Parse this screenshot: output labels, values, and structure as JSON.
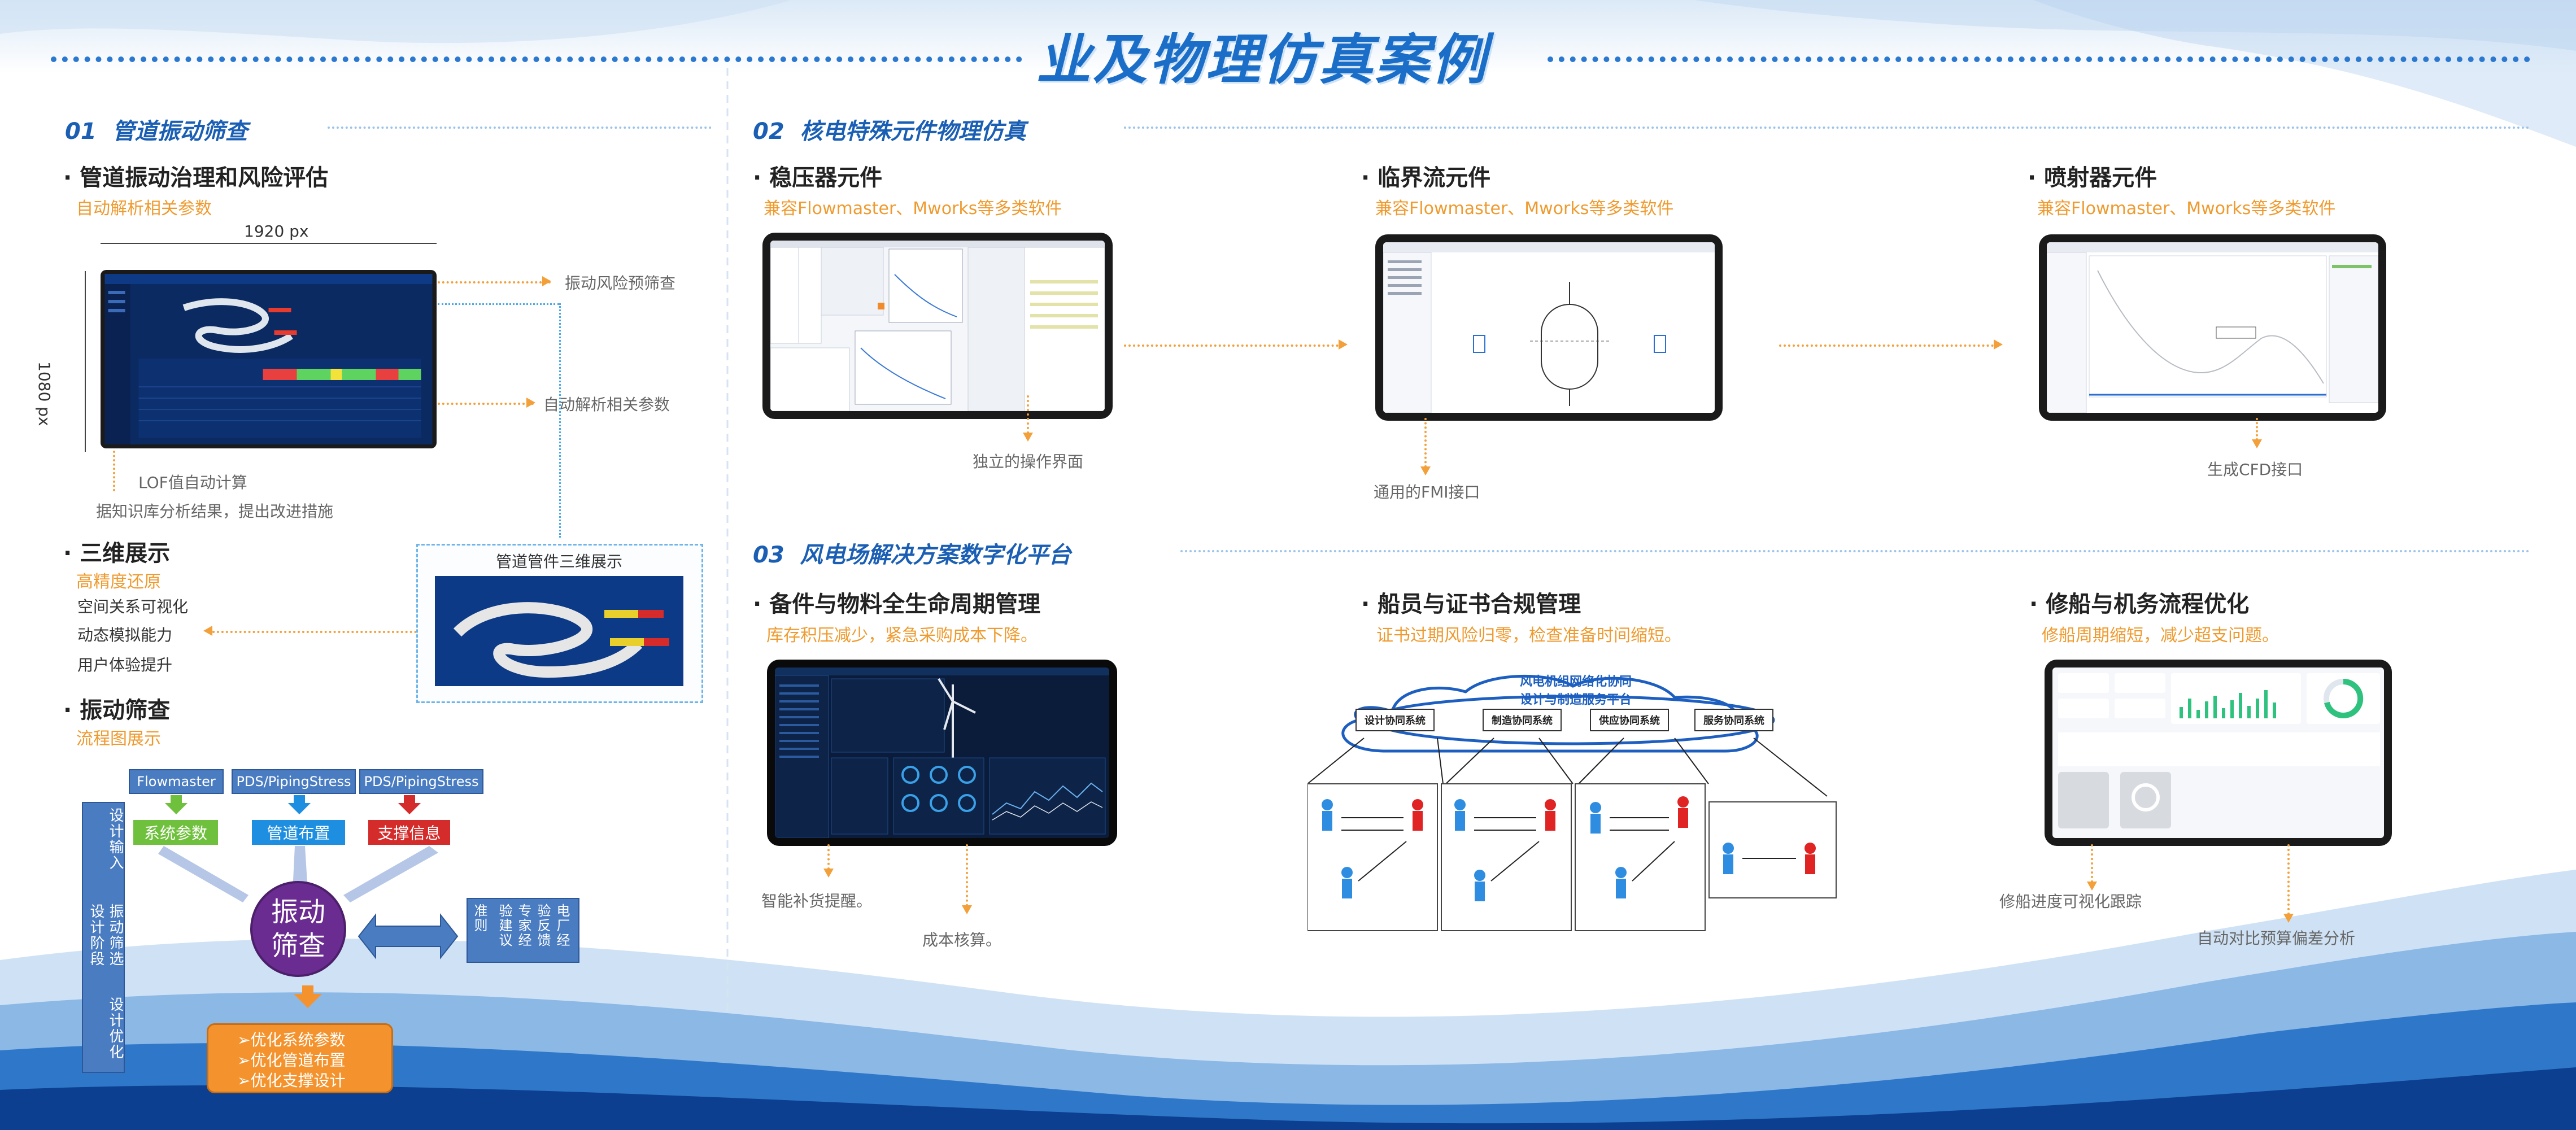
{
  "title": "业及物理仿真案例",
  "sections": {
    "s1": {
      "number": "01",
      "name": "管道振动筛查"
    },
    "s2": {
      "number": "02",
      "name": "核电特殊元件物理仿真"
    },
    "s3": {
      "number": "03",
      "name": "风电场解决方案数字化平台"
    }
  },
  "s1": {
    "sub1": "· 管道振动治理和风险评估",
    "sub1_desc": "自动解析相关参数",
    "width_label": "1920 px",
    "height_label": "1080 px",
    "ann_risk": "振动风险预筛查",
    "ann_parse": "自动解析相关参数",
    "ann_lof": "LOF值自动计算",
    "ann_kb": "据知识库分析结果，提出改进措施",
    "sub2": "· 三维展示",
    "sub2_desc": "高精度还原",
    "features": [
      "空间关系可视化",
      "动态模拟能力",
      "用户体验提升"
    ],
    "pipe3d_title": "管道管件三维展示",
    "sub3": "· 振动筛查",
    "sub3_desc": "流程图展示",
    "flow": {
      "tool1": "Flowmaster",
      "tool2": "PDS/PipingStress",
      "tool3": "PDS/PipingStress",
      "p1": "系统参数",
      "p2": "管道布置",
      "p3": "支撑信息",
      "left1": "设计输入",
      "left2": "设计阶段",
      "left3": "振动筛选",
      "left4": "设计优化",
      "center1": "振动",
      "center2": "筛查",
      "r1": "准则",
      "r2": "专家经验建议",
      "r3": "电厂经验反馈",
      "out": [
        "➢优化系统参数",
        "➢优化管道布置",
        "➢优化支撑设计"
      ]
    }
  },
  "s2": {
    "c1_title": "· 稳压器元件",
    "c1_desc": "兼容Flowmaster、Mworks等多类软件",
    "c1_note": "独立的操作界面",
    "c2_title": "· 临界流元件",
    "c2_desc": "兼容Flowmaster、Mworks等多类软件",
    "c2_note": "通用的FMI接口",
    "c3_title": "· 喷射器元件",
    "c3_desc": "兼容Flowmaster、Mworks等多类软件",
    "c3_note": "生成CFD接口"
  },
  "s3": {
    "c1_title": "· 备件与物料全生命周期管理",
    "c1_desc": "库存积压减少，紧急采购成本下降。",
    "c1_note1": "智能补货提醒。",
    "c1_note2": "成本核算。",
    "c2_title": "· 船员与证书合规管理",
    "c2_desc": "证书过期风险归零，检查准备时间缩短。",
    "cloud1": "风电机组网络化协同",
    "cloud2": "设计与制造服务平台",
    "systems": [
      "设计协同系统",
      "制造协同系统",
      "供应协同系统",
      "服务协同系统"
    ],
    "c3_title": "· 修船与机务流程优化",
    "c3_desc": "修船周期缩短，减少超支问题。",
    "c3_note1": "修船进度可视化跟踪",
    "c3_note2": "自动对比预算偏差分析"
  },
  "colors": {
    "accent": "#1a5fb4",
    "orange": "#ef9a2e",
    "purple": "#6a2c91"
  }
}
